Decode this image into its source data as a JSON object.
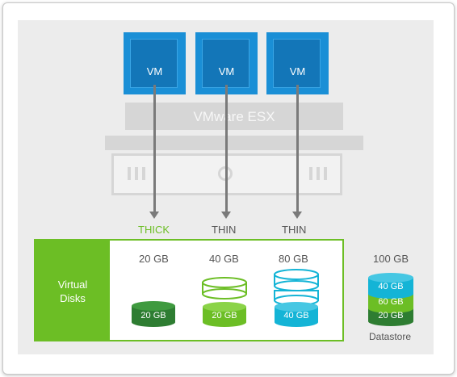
{
  "diagram": {
    "vms": [
      {
        "label": "VM"
      },
      {
        "label": "VM"
      },
      {
        "label": "VM"
      }
    ],
    "hypervisor_label": "VMware ESX",
    "provisioning": [
      {
        "type": "THICK",
        "size": "20 GB",
        "disk_label": "20 GB",
        "type_color": "#6cbe25"
      },
      {
        "type": "THIN",
        "size": "40 GB",
        "disk_label": "20 GB",
        "type_color": "#555555"
      },
      {
        "type": "THIN",
        "size": "80 GB",
        "disk_label": "40 GB",
        "type_color": "#555555"
      }
    ],
    "virtual_disks_label_line1": "Virtual",
    "virtual_disks_label_line2": "Disks",
    "datastore": {
      "capacity": "100 GB",
      "segments": [
        "40 GB",
        "60 GB",
        "20 GB"
      ],
      "label": "Datastore"
    },
    "colors": {
      "vm_blue": "#1a8fd6",
      "green": "#6cbe25",
      "dark_green": "#2e7d32",
      "cyan": "#14b4d6",
      "gray": "#d6d6d6"
    }
  }
}
